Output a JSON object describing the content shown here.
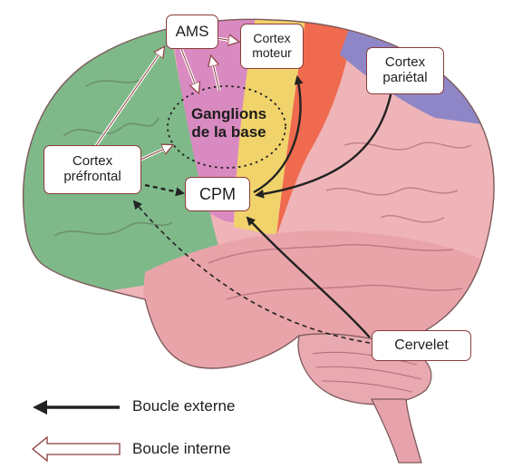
{
  "boxes": {
    "ams": "AMS",
    "motor": "Cortex\nmoteur",
    "parietal": "Cortex\npariétal",
    "prefrontal": "Cortex\npréfrontal",
    "cpm": "CPM",
    "cerebellum": "Cervelet"
  },
  "basal_ganglia": "Ganglions\nde la base",
  "legend": {
    "external": "Boucle externe",
    "internal": "Boucle interne"
  },
  "region_colors": {
    "prefrontal": "#7fb98a",
    "premotor_medial": "#d98ac0",
    "motor": "#f1d36b",
    "somatosensory": "#ef6a4e",
    "parietal": "#8e86c6",
    "rest": "#efb4b8",
    "frame": "#8a3b3b"
  }
}
